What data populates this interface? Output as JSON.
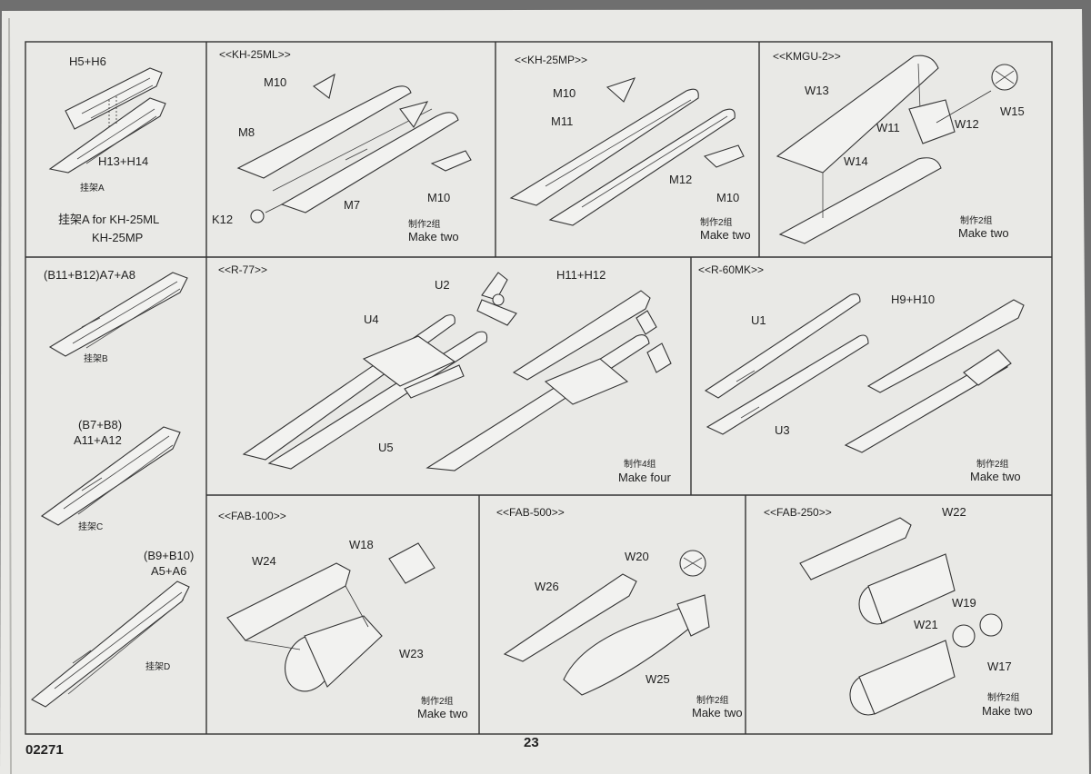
{
  "page_number": "23",
  "kit_number": "02271",
  "pylons": {
    "a": {
      "parts": "H5+H6",
      "parts2": "H13+H14",
      "caption": "挂架A",
      "note_line1": "挂架A for KH-25ML",
      "note_line2": "KH-25MP"
    },
    "b": {
      "parts": "(B11+B12)A7+A8",
      "caption": "挂架B"
    },
    "c": {
      "parts_line1": "(B7+B8)",
      "parts_line2": "A11+A12",
      "caption": "挂架C"
    },
    "d": {
      "parts_line1": "(B9+B10)",
      "parts_line2": "A5+A6",
      "caption": "挂架D"
    }
  },
  "panels": {
    "kh25ml": {
      "title": "<<KH-25ML>>",
      "labels": [
        "M10",
        "M8",
        "K12",
        "M7",
        "M10"
      ],
      "qty_cn": "制作2组",
      "qty_en": "Make two"
    },
    "kh25mp": {
      "title": "<<KH-25MP>>",
      "labels": [
        "M10",
        "M11",
        "M12",
        "M10"
      ],
      "qty_cn": "制作2组",
      "qty_en": "Make two"
    },
    "kmgu2": {
      "title": "<<KMGU-2>>",
      "labels": [
        "W13",
        "W11",
        "W12",
        "W15",
        "W14"
      ],
      "qty_cn": "制作2组",
      "qty_en": "Make two"
    },
    "r77": {
      "title": "<<R-77>>",
      "labels": [
        "U2",
        "H11+H12",
        "U4",
        "U5"
      ],
      "qty_cn": "制作4组",
      "qty_en": "Make four"
    },
    "r60mk": {
      "title": "<<R-60MK>>",
      "labels": [
        "U1",
        "H9+H10",
        "U3"
      ],
      "qty_cn": "制作2组",
      "qty_en": "Make two"
    },
    "fab100": {
      "title": "<<FAB-100>>",
      "labels": [
        "W18",
        "W24",
        "W23"
      ],
      "qty_cn": "制作2组",
      "qty_en": "Make two"
    },
    "fab500": {
      "title": "<<FAB-500>>",
      "labels": [
        "W20",
        "W26",
        "W25"
      ],
      "qty_cn": "制作2组",
      "qty_en": "Make two"
    },
    "fab250": {
      "title": "<<FAB-250>>",
      "labels": [
        "W22",
        "W21",
        "W19",
        "W17"
      ],
      "qty_cn": "制作2组",
      "qty_en": "Make two"
    }
  }
}
